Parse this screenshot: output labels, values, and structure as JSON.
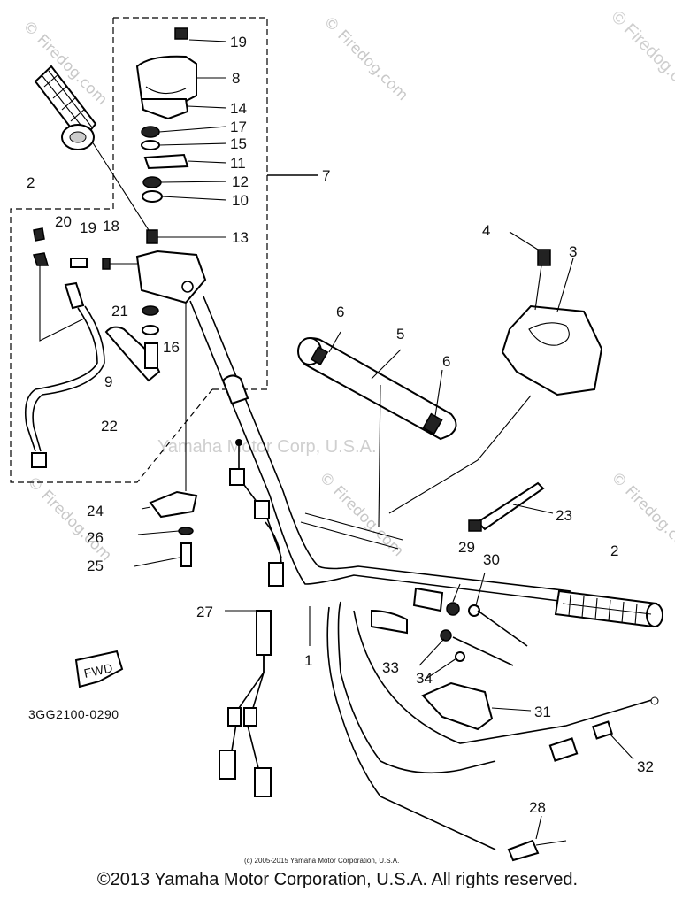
{
  "diagram": {
    "watermark_brand": "© Firedog.com",
    "watermark_center": "Yamaha Motor Corp, U.S.A.",
    "diagram_code": "3GG2100-0290",
    "fwd_label": "FWD",
    "small_credit": "(c) 2005-2015 Yamaha Motor Corporation, U.S.A.",
    "callouts": {
      "n19a": "19",
      "n8": "8",
      "n14": "14",
      "n17": "17",
      "n15": "15",
      "n11": "11",
      "n12": "12",
      "n10": "10",
      "n7": "7",
      "n13": "13",
      "n2a": "2",
      "n20": "20",
      "n19b": "19",
      "n18": "18",
      "n21": "21",
      "n16": "16",
      "n9": "9",
      "n22": "22",
      "n4": "4",
      "n3": "3",
      "n6a": "6",
      "n5": "5",
      "n6b": "6",
      "n24": "24",
      "n26": "26",
      "n25": "25",
      "n23": "23",
      "n29": "29",
      "n30": "30",
      "n2b": "2",
      "n27": "27",
      "n1": "1",
      "n33": "33",
      "n34": "34",
      "n31": "31",
      "n32": "32",
      "n28": "28"
    }
  },
  "footer": {
    "copyright": "©2013 Yamaha Motor Corporation, U.S.A. All rights reserved."
  }
}
